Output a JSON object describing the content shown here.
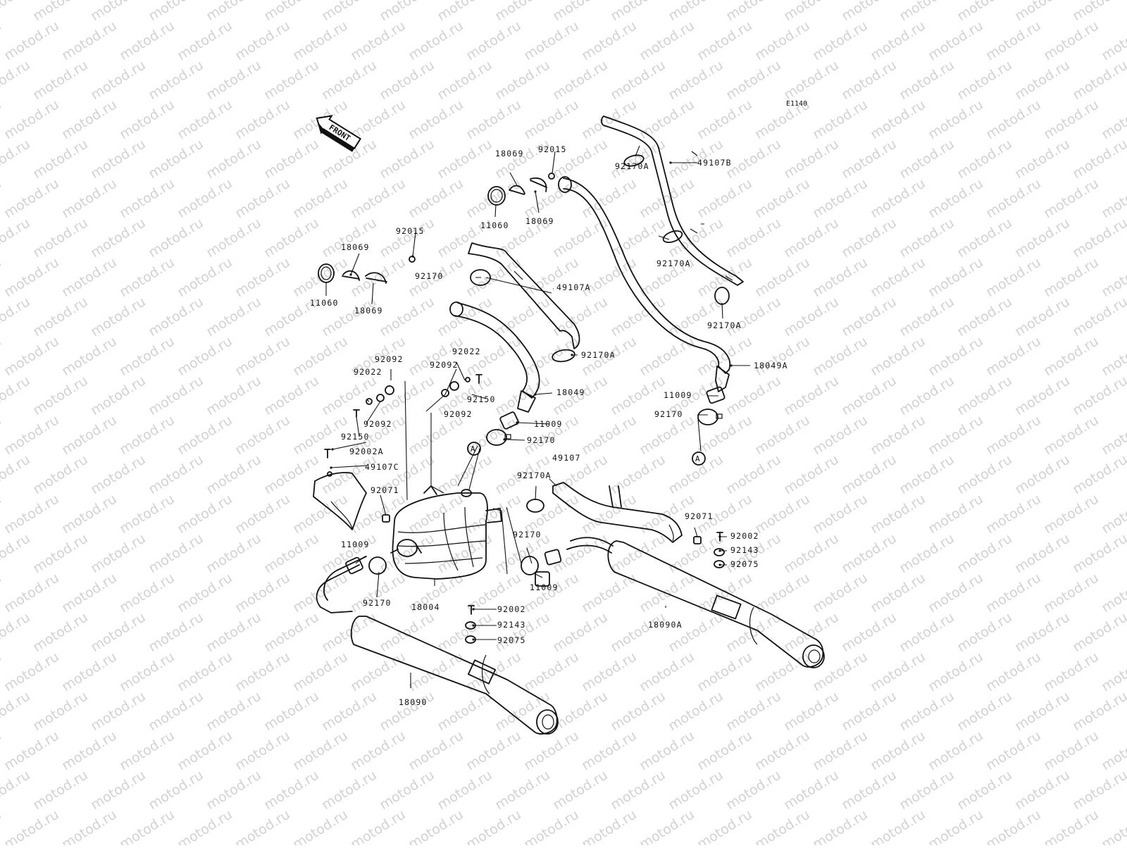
{
  "code": "E1140",
  "front_label": "FRONT",
  "watermark": "motod.ru",
  "ref_mark": "A",
  "callouts": {
    "c18069a": "18069",
    "c92015a": "92015",
    "c11060a": "11060",
    "c18069b": "18069",
    "c92170a_1": "92170A",
    "c49107b": "49107B",
    "c92015b": "92015",
    "c18069c": "18069",
    "c11060b": "11060",
    "c92170b": "92170",
    "c18069d": "18069",
    "c49107a": "49107A",
    "c92170a_2": "92170A",
    "c92170a_3": "92170A",
    "c18049a": "18049A",
    "c92170a_4": "92170A",
    "c92092a": "92092",
    "c92022a": "92022",
    "c92022b": "92022",
    "c92092b": "92092",
    "c92092c": "92092",
    "c92150a": "92150",
    "c92092d": "92092",
    "c18049": "18049",
    "c92150b": "92150",
    "c11009a": "11009",
    "c11009b": "11009",
    "c92170a": "92170",
    "c92002a": "92002A",
    "c49107c": "49107C",
    "c49107": "49107",
    "c92071a": "92071",
    "c92170a_5": "92170A",
    "c92071b": "92071",
    "c92002b": "92002",
    "c92143b": "92143",
    "c92075b": "92075",
    "c11009c": "11009",
    "c92170c": "92170",
    "c11009d": "11009",
    "c18004": "18004",
    "c92170d": "92170",
    "c92002c": "92002",
    "c92143c": "92143",
    "c92075c": "92075",
    "c18090a": "18090A",
    "c18090": "18090"
  }
}
